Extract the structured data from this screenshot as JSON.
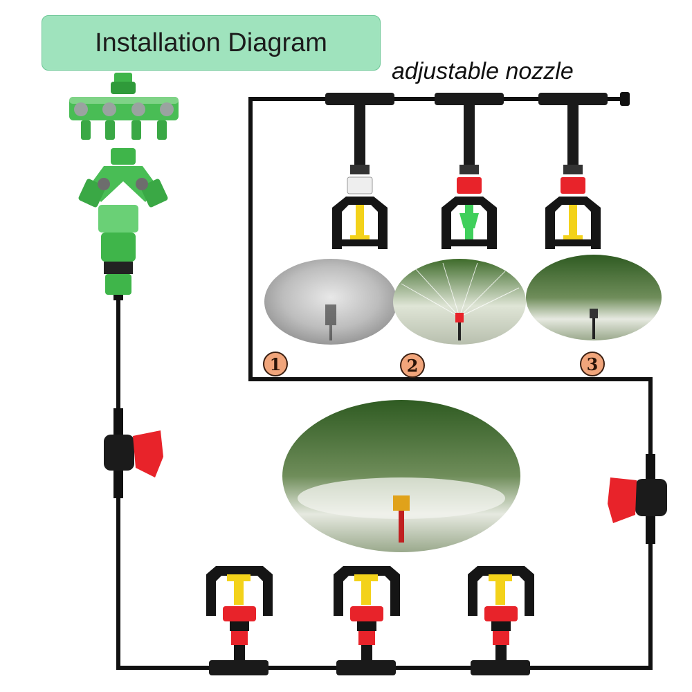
{
  "title": "Installation Diagram",
  "nozzle_section": {
    "label": "adjustable nozzle",
    "markers": [
      "1",
      "2",
      "3"
    ]
  },
  "colors": {
    "title_bg": "#9fe3bd",
    "hose": "#111111",
    "connector_green": "#3fb54a",
    "valve_red": "#e8232a",
    "nozzle_yellow": "#f3d21a",
    "marker_bg": "#f1a57b"
  },
  "icons": [
    "four-way-tap-connector-icon",
    "two-way-y-splitter-icon",
    "hose-adapter-icon",
    "inline-valve-icon",
    "t-connector-icon",
    "micro-sprinkler-nozzle-icon",
    "spray-photo-icon"
  ]
}
